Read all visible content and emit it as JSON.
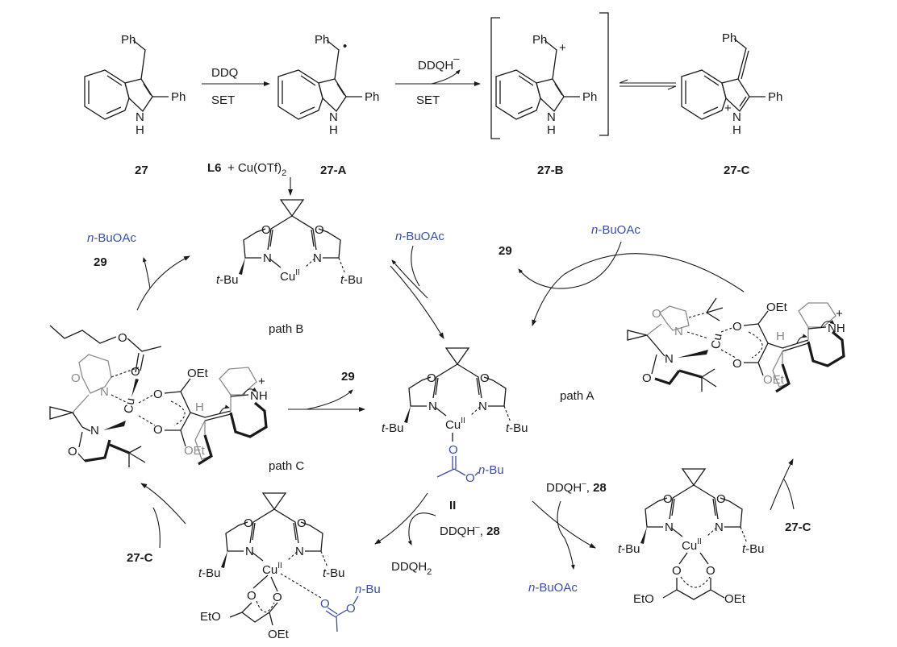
{
  "top_row": {
    "compounds": [
      {
        "id": "27",
        "substituent_top": "Ph",
        "substituent_side": "Ph",
        "nh": "N",
        "h": "H"
      },
      {
        "id": "27-A",
        "substituent_top": "Ph",
        "substituent_side": "Ph",
        "nh": "N",
        "h": "H",
        "radical": "•"
      },
      {
        "id": "27-B",
        "substituent_top": "Ph",
        "substituent_side": "Ph",
        "nh": "N",
        "h": "H",
        "charge": "+"
      },
      {
        "id": "27-C",
        "substituent_top": "Ph",
        "substituent_side": "Ph",
        "nh": "N",
        "h": "H",
        "charge": "+"
      }
    ],
    "arrow1": {
      "above": "DDQ",
      "below": "SET"
    },
    "arrow2": {
      "above": "DDQH",
      "above_sup": "–",
      "below": "SET"
    }
  },
  "catalyst_formation": {
    "ligand": "L6",
    "reagent": "+ Cu(OTf)",
    "reagent_sub": "2"
  },
  "complex_labels": {
    "o": "O",
    "n": "N",
    "cu": "Cu",
    "cu_ox": "II",
    "tbu_t": "t",
    "tbu_rest": "-Bu",
    "oet": "OEt",
    "eto": "EtO",
    "h": "H",
    "nh": "NH",
    "plus": "+"
  },
  "intermediate_II": {
    "label": "II",
    "ester_n": "n",
    "ester_bu": "-Bu",
    "o": "O"
  },
  "reagents": {
    "nbuoac_n": "n",
    "nbuoac_rest": "-BuOAc",
    "product": "29",
    "ddqh": "DDQH",
    "ddqh_sup": "–",
    "sep": ", ",
    "sub28": "28",
    "ddqh2": "DDQH",
    "ddqh2_sub": "2",
    "indolium": "27-C"
  },
  "paths": {
    "a": "path A",
    "b": "path B",
    "c": "path C"
  },
  "colors": {
    "ink": "#1a1a1a",
    "blue": "#3b4fa0",
    "grey": "#8a8a8a"
  }
}
